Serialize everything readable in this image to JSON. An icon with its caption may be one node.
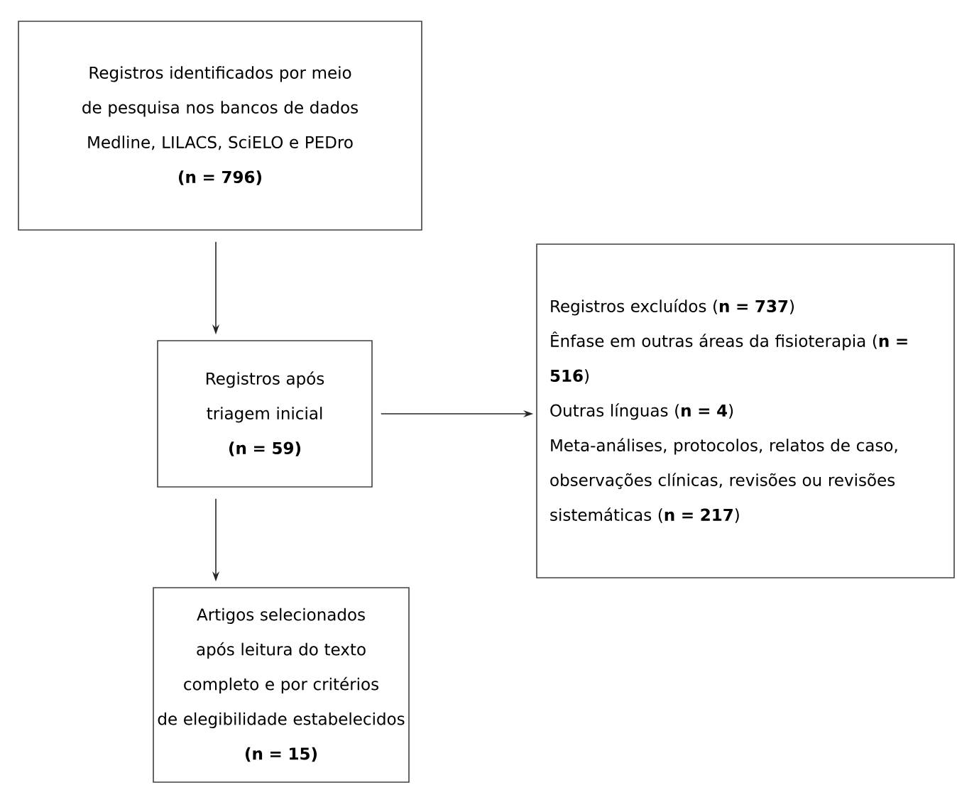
{
  "diagram": {
    "nodes": [
      {
        "text": [
          "Registros identificados por meio de pesquisa nos bancos de dados Medline, LILACS, SciELO e PEDro",
          "(n = 796)"
        ]
      },
      {
        "text": [
          "Registros após triagem inicial",
          "(n = 59)"
        ]
      },
      {
        "text": [
          "Registros excluídos (**n = 737**)",
          "Ênfase em outras áreas da fisioterapia (**n = 516**)",
          "Outras línguas (**n = 4**)",
          "Meta-análises, protocolos, relatos de caso, observações clínicas, revisões ou revisões sistemáticas (**n = 217**)"
        ]
      },
      {
        "text": [
          "Artigos selecionados após leitura do texto completo e por critérios de elegibilidade estabelecidos",
          "(n = 15)"
        ]
      }
    ],
    "edges": [
      {
        "from": 0,
        "to": 1,
        "arrow": "to"
      },
      {
        "from": 1,
        "to": 2,
        "arrow": "to"
      },
      {
        "from": 1,
        "to": 3,
        "arrow": "to"
      }
    ]
  }
}
